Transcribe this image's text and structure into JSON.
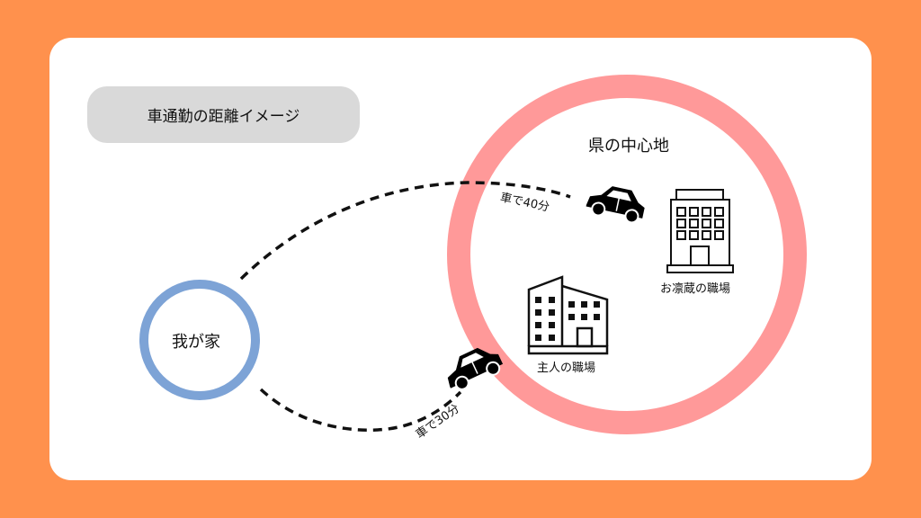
{
  "title": "車通勤の距離イメージ",
  "home_label": "我が家",
  "center_label": "県の中心地",
  "route_top_label": "車で40分",
  "route_bottom_label": "車で30分",
  "building1_label": "お凛蔵の職場",
  "building2_label": "主人の職場",
  "colors": {
    "background": "#FF914D",
    "ring": "#FF9999",
    "home_circle": "#7DA3D6",
    "pill": "#D9D9D9"
  }
}
